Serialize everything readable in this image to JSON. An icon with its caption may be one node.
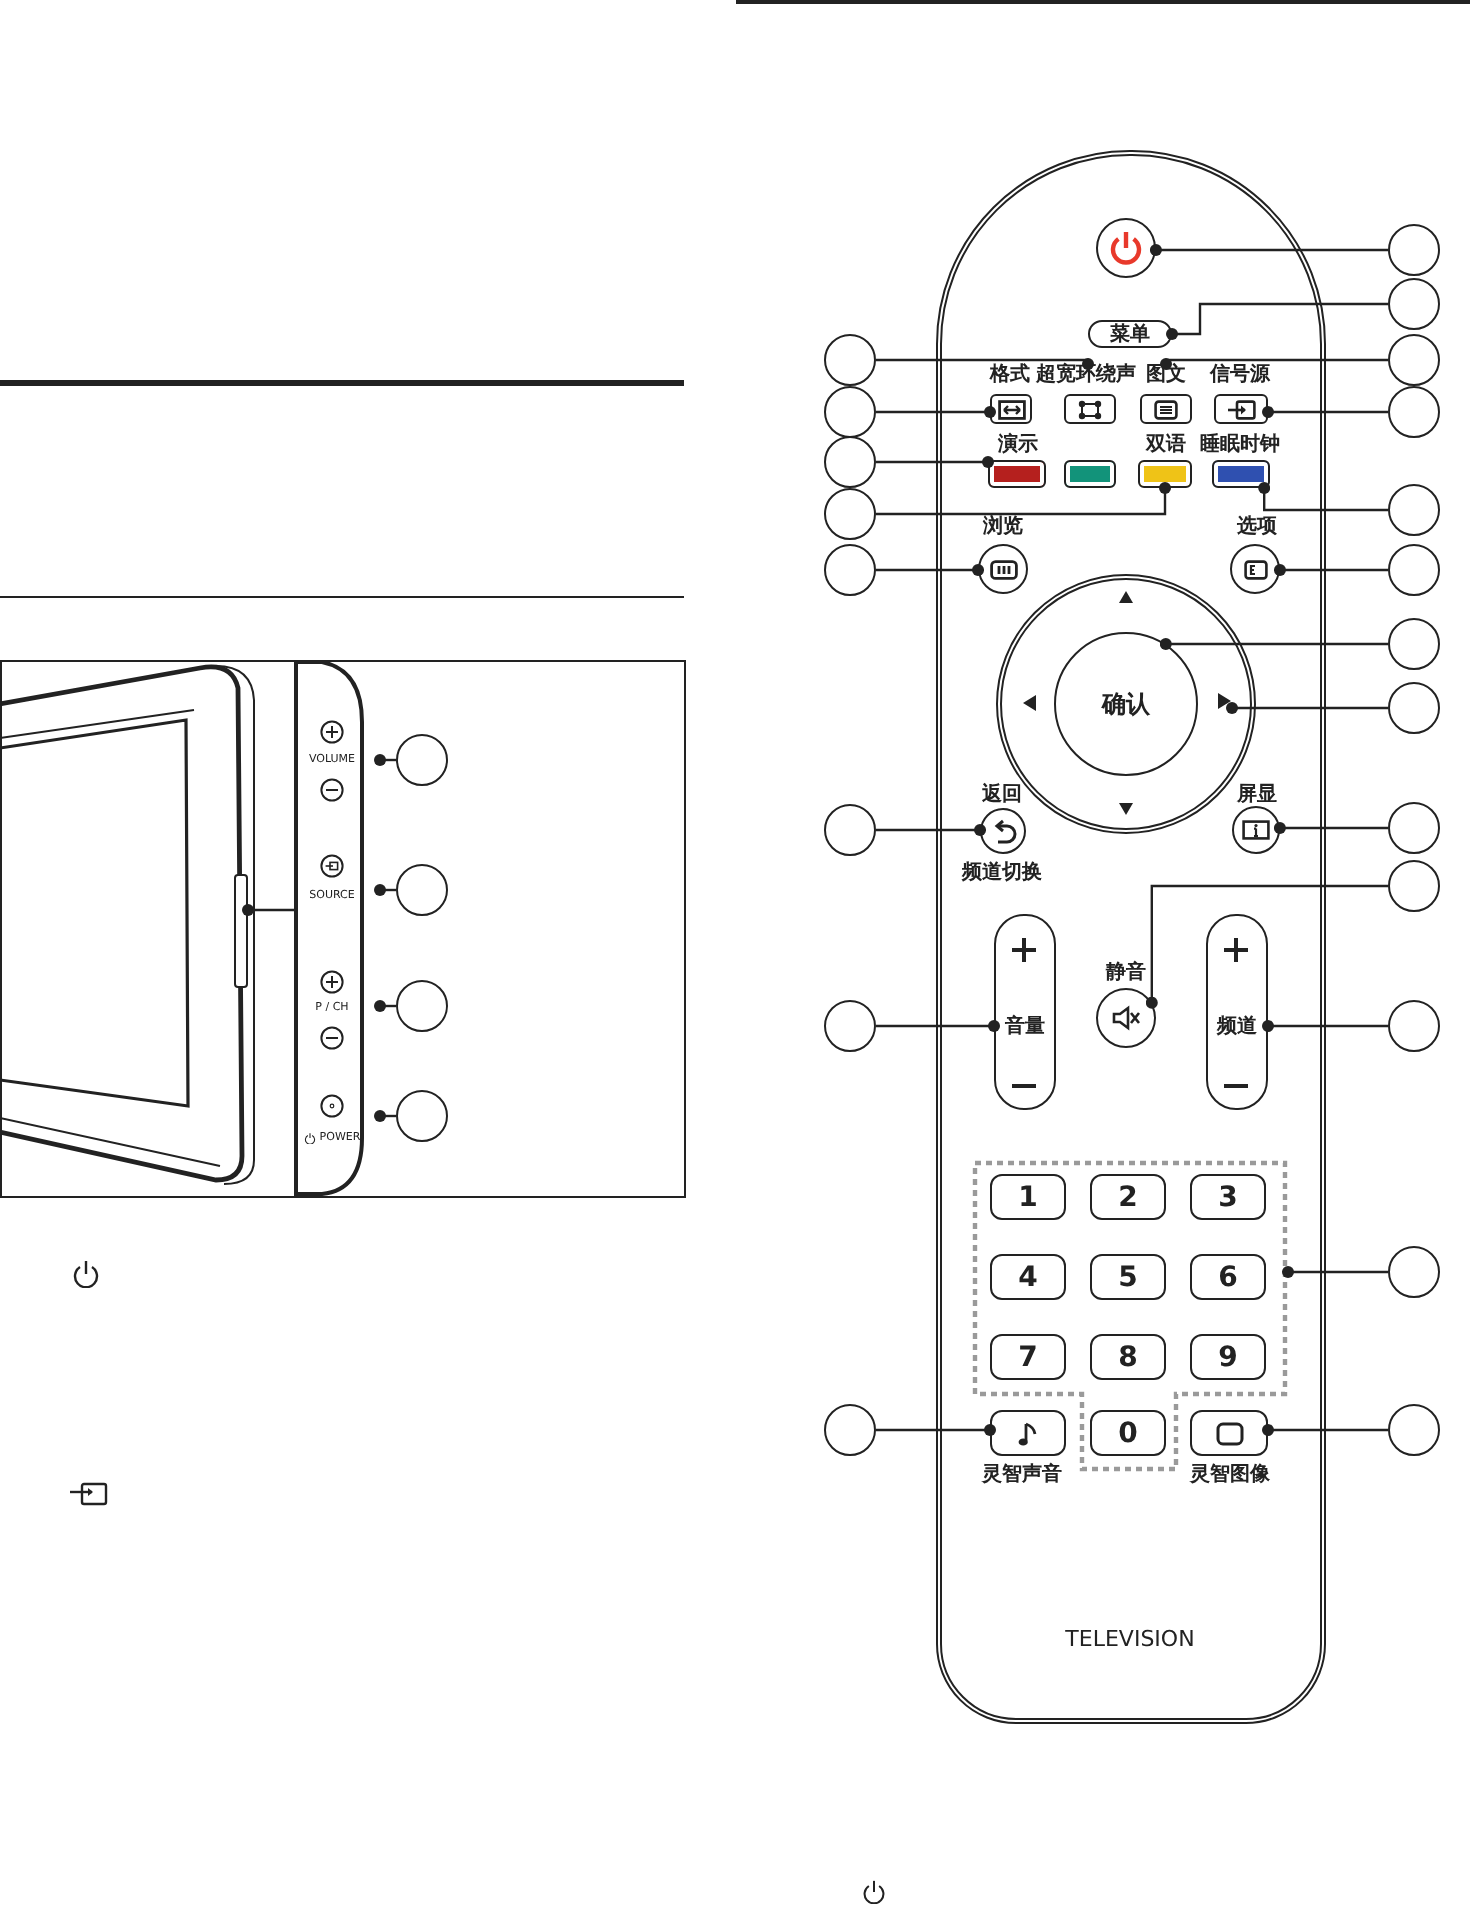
{
  "diagram": {
    "nodes": [
      {
        "text": [],
        "shape": "box"
      },
      {
        "text": [],
        "shape": "box"
      },
      {
        "text": [
          "VOLUME"
        ],
        "in": 1
      },
      {
        "text": [
          "SOURCE"
        ],
        "in": 1
      },
      {
        "text": [
          "P / CH"
        ],
        "in": 1
      },
      {
        "text": [
          "POWER"
        ],
        "in": 1
      },
      {
        "text": [],
        "shape": "circle"
      },
      {
        "text": [],
        "shape": "circle"
      },
      {
        "text": [],
        "shape": "circle"
      },
      {
        "text": [],
        "shape": "circle"
      },
      {
        "text": [
          "TELEVISION"
        ]
      },
      {
        "text": [],
        "shape": "circle",
        "in": 10
      },
      {
        "text": [
          "菜单"
        ],
        "in": 10
      },
      {
        "text": [
          "格式"
        ],
        "in": 10
      },
      {
        "text": [
          "超宽环绕声"
        ],
        "in": 10
      },
      {
        "text": [
          "图文"
        ],
        "in": 10
      },
      {
        "text": [
          "信号源"
        ],
        "in": 10
      },
      {
        "text": [
          "演示"
        ],
        "in": 10
      },
      {
        "text": [],
        "shape": "box",
        "in": 10
      },
      {
        "text": [
          "双语"
        ],
        "in": 10
      },
      {
        "text": [
          "睡眠时钟"
        ],
        "in": 10
      },
      {
        "text": [
          "浏览"
        ],
        "in": 10
      },
      {
        "text": [
          "选项"
        ],
        "in": 10
      },
      {
        "text": [],
        "shape": "circle",
        "in": 10
      },
      {
        "text": [
          "确认"
        ],
        "in": 23
      },
      {
        "text": [],
        "shape": "triangle",
        "in": 23
      },
      {
        "text": [
          "返回",
          "频道切换"
        ],
        "in": 10
      },
      {
        "text": [
          "屏显"
        ],
        "in": 10
      },
      {
        "text": [
          "静音"
        ],
        "in": 10
      },
      {
        "text": [
          "音量"
        ],
        "in": 10
      },
      {
        "text": [
          "频道"
        ],
        "in": 10
      },
      {
        "text": [],
        "shape": "box",
        "in": 10
      },
      {
        "text": [
          "1"
        ],
        "in": 31
      },
      {
        "text": [
          "2"
        ],
        "in": 31
      },
      {
        "text": [
          "3"
        ],
        "in": 31
      },
      {
        "text": [
          "4"
        ],
        "in": 31
      },
      {
        "text": [
          "5"
        ],
        "in": 31
      },
      {
        "text": [
          "6"
        ],
        "in": 31
      },
      {
        "text": [
          "7"
        ],
        "in": 31
      },
      {
        "text": [
          "8"
        ],
        "in": 31
      },
      {
        "text": [
          "9"
        ],
        "in": 31
      },
      {
        "text": [
          "0"
        ],
        "in": 31
      },
      {
        "text": [
          "灵智声音"
        ],
        "in": 10
      },
      {
        "text": [
          "灵智图像"
        ],
        "in": 10
      },
      {
        "text": [],
        "shape": "circle"
      },
      {
        "text": [],
        "shape": "circle"
      },
      {
        "text": [],
        "shape": "circle"
      },
      {
        "text": [],
        "shape": "circle"
      },
      {
        "text": [],
        "shape": "circle"
      },
      {
        "text": [],
        "shape": "circle"
      },
      {
        "text": [],
        "shape": "circle"
      },
      {
        "text": [],
        "shape": "circle"
      },
      {
        "text": [],
        "shape": "circle"
      },
      {
        "text": [],
        "shape": "circle"
      },
      {
        "text": [],
        "shape": "circle"
      },
      {
        "text": [],
        "shape": "circle"
      },
      {
        "text": [],
        "shape": "circle"
      },
      {
        "text": [],
        "shape": "circle"
      },
      {
        "text": [],
        "shape": "circle"
      },
      {
        "text": [],
        "shape": "circle"
      },
      {
        "text": [],
        "shape": "circle"
      },
      {
        "text": [],
        "shape": "circle"
      },
      {
        "text": [],
        "shape": "circle"
      },
      {
        "text": [],
        "shape": "circle"
      },
      {
        "text": [],
        "shape": "circle"
      }
    ],
    "edges": [
      {
        "from": 1,
        "to": 0,
        "arrow": "other"
      },
      {
        "from": 6,
        "to": 2,
        "arrow": "other"
      },
      {
        "from": 7,
        "to": 3,
        "arrow": "other"
      },
      {
        "from": 8,
        "to": 4,
        "arrow": "other"
      },
      {
        "from": 9,
        "to": 5,
        "arrow": "other"
      },
      {
        "from": 44,
        "to": 11,
        "arrow": "other"
      },
      {
        "from": 45,
        "to": 12,
        "arrow": "other"
      },
      {
        "from": 46,
        "to": 14,
        "arrow": "other"
      },
      {
        "from": 47,
        "to": 15,
        "arrow": "other"
      },
      {
        "from": 48,
        "to": 13,
        "arrow": "other"
      },
      {
        "from": 49,
        "to": 16,
        "arrow": "other"
      },
      {
        "from": 50,
        "to": 17,
        "arrow": "other"
      },
      {
        "from": 51,
        "to": 20,
        "arrow": "other"
      },
      {
        "from": 52,
        "to": 19,
        "arrow": "other"
      },
      {
        "from": 53,
        "to": 21,
        "arrow": "other"
      },
      {
        "from": 54,
        "to": 22,
        "arrow": "other"
      },
      {
        "from": 55,
        "to": 24,
        "arrow": "other"
      },
      {
        "from": 56,
        "to": 25,
        "arrow": "other"
      },
      {
        "from": 57,
        "to": 27,
        "arrow": "other"
      },
      {
        "from": 58,
        "to": 26,
        "arrow": "other"
      },
      {
        "from": 59,
        "to": 28,
        "arrow": "other"
      },
      {
        "from": 60,
        "to": 29,
        "arrow": "other"
      },
      {
        "from": 61,
        "to": 30,
        "arrow": "other"
      },
      {
        "from": 62,
        "to": 31,
        "arrow": "other"
      },
      {
        "from": 63,
        "to": 42,
        "arrow": "other"
      },
      {
        "from": 64,
        "to": 43,
        "arrow": "other"
      }
    ]
  }
}
